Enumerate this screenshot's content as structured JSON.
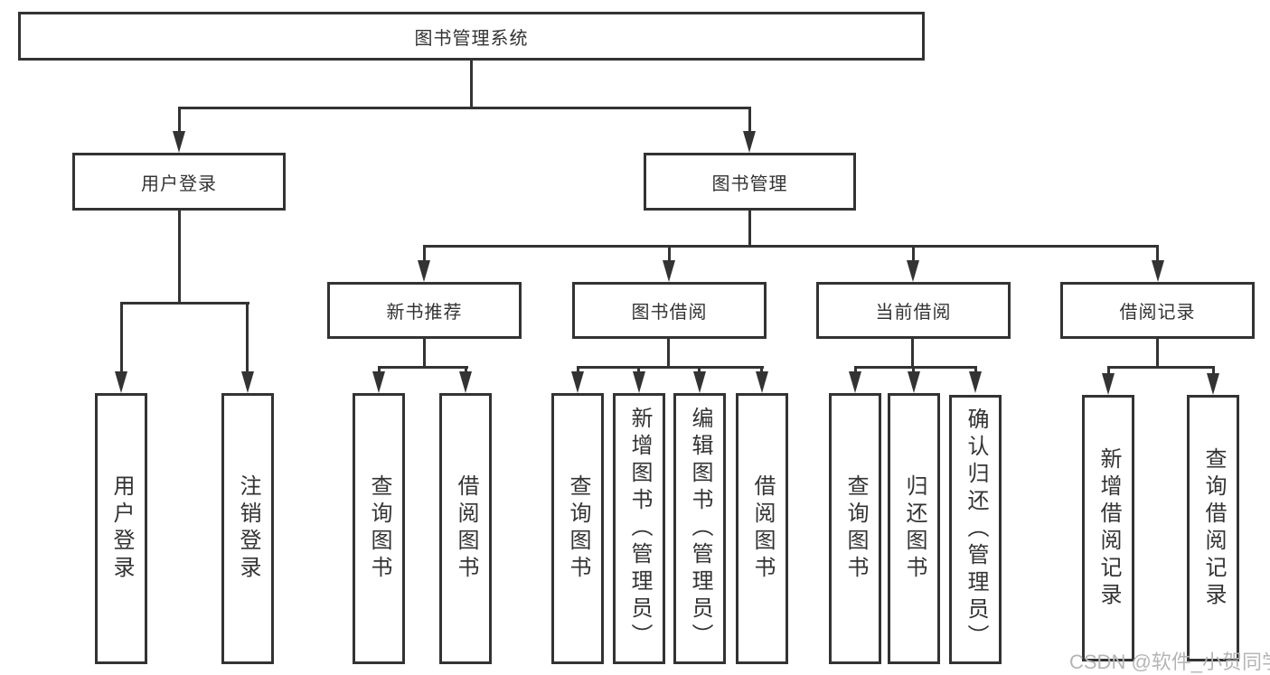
{
  "diagram": {
    "root": {
      "label": "图书管理系统"
    },
    "level2": [
      {
        "label": "用户登录",
        "children": [
          {
            "label": "用户登录"
          },
          {
            "label": "注销登录"
          }
        ]
      },
      {
        "label": "图书管理",
        "children": [
          {
            "label": "新书推荐",
            "children": [
              {
                "label": "查询图书"
              },
              {
                "label": "借阅图书"
              }
            ]
          },
          {
            "label": "图书借阅",
            "children": [
              {
                "label": "查询图书"
              },
              {
                "label": "新增图书（管理员）"
              },
              {
                "label": "编辑图书（管理员）"
              },
              {
                "label": "借阅图书"
              }
            ]
          },
          {
            "label": "当前借阅",
            "children": [
              {
                "label": "查询图书"
              },
              {
                "label": "归还图书"
              },
              {
                "label": "确认归还（管理员）"
              }
            ]
          },
          {
            "label": "借阅记录",
            "children": [
              {
                "label": "新增借阅记录"
              },
              {
                "label": "查询借阅记录"
              }
            ]
          }
        ]
      }
    ]
  },
  "colors": {
    "line": "#333333",
    "text": "#333333",
    "background": "#ffffff",
    "watermark": "#b5b5b5"
  },
  "watermark": {
    "text": "CSDN @软件_小贺同学"
  }
}
